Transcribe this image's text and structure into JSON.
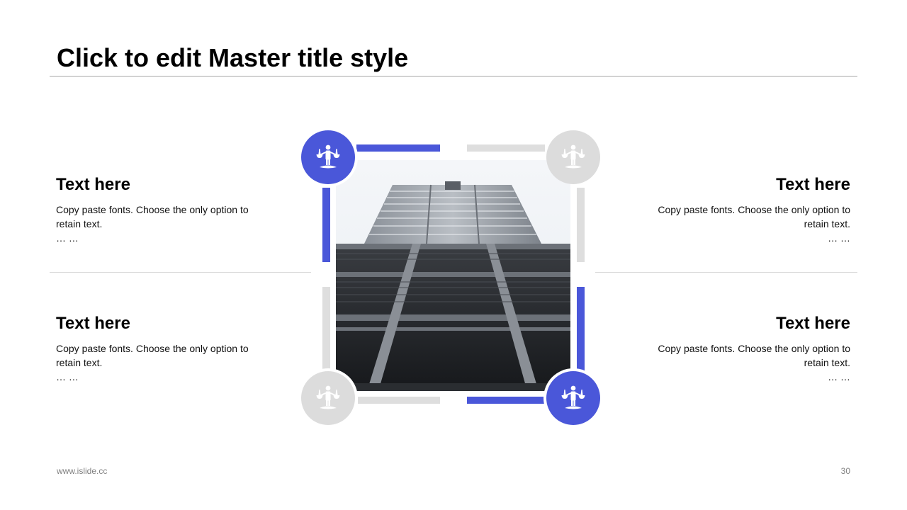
{
  "slide": {
    "title": "Click to edit Master title style",
    "footer_url": "www.islide.cc",
    "page_number": "30"
  },
  "blocks": [
    {
      "heading": "Text here",
      "body": "Copy paste fonts. Choose the only option to retain text.",
      "ellipsis": "… …"
    },
    {
      "heading": "Text here",
      "body": "Copy paste fonts. Choose the only option to retain text.",
      "ellipsis": "… …"
    },
    {
      "heading": "Text here",
      "body": "Copy paste fonts. Choose the only option to retain text.",
      "ellipsis": "… …"
    },
    {
      "heading": "Text here",
      "body": "Copy paste fonts. Choose the only option to retain text.",
      "ellipsis": "… …"
    }
  ],
  "icons": {
    "top_left": "justice-scales-icon",
    "top_right": "justice-scales-icon",
    "bottom_left": "justice-scales-icon",
    "bottom_right": "justice-scales-icon"
  },
  "colors": {
    "accent": "#4a57d9",
    "inactive": "#dedede",
    "rule": "#a6a6a6"
  }
}
